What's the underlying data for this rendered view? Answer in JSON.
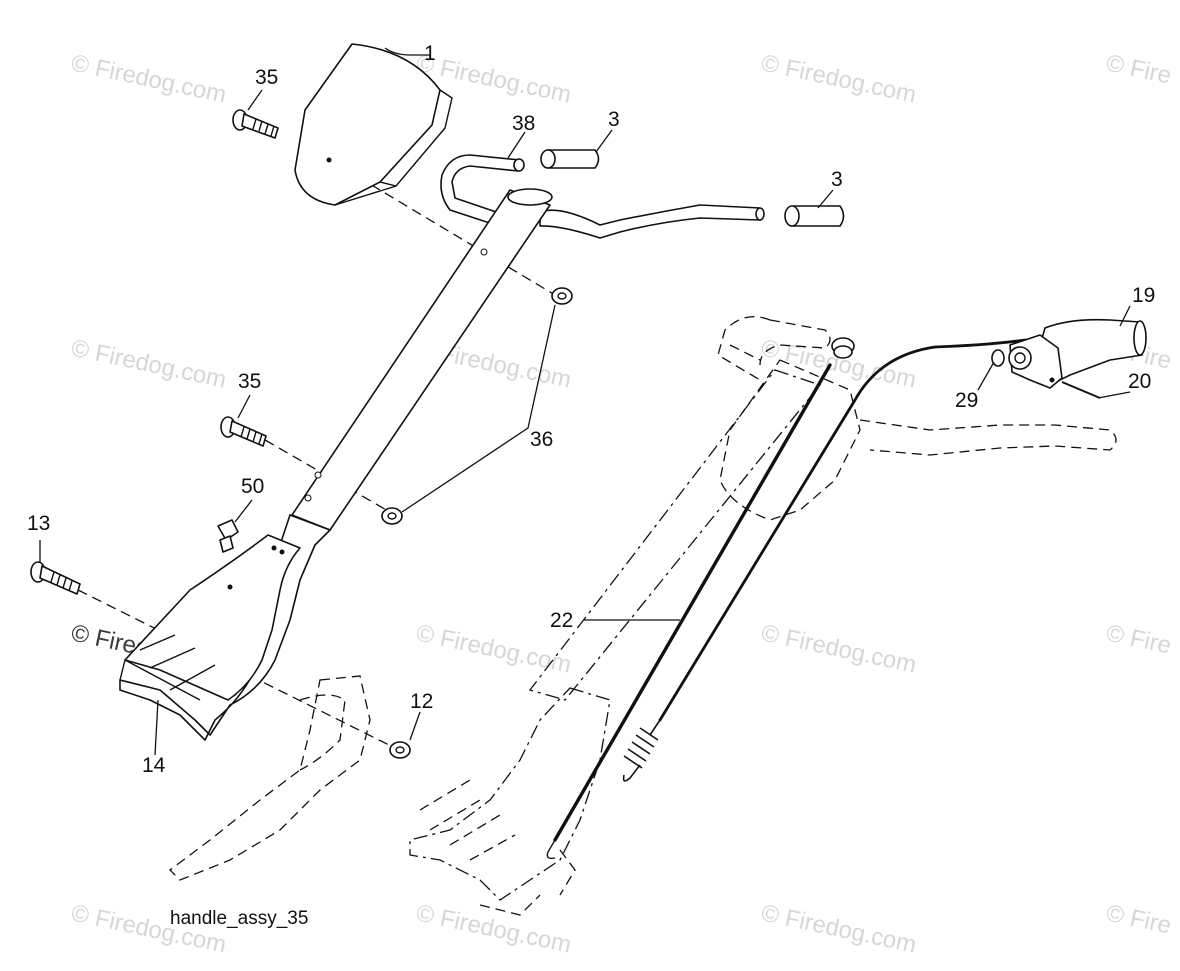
{
  "caption": "handle_assy_35",
  "watermark": {
    "text": "© Firedog.com",
    "edge_text": "© Fire",
    "color": "#d6d6d6"
  },
  "callouts": {
    "c1": "1",
    "c3a": "3",
    "c3b": "3",
    "c12": "12",
    "c13": "13",
    "c14": "14",
    "c19": "19",
    "c20": "20",
    "c22": "22",
    "c29": "29",
    "c35a": "35",
    "c35b": "35",
    "c36": "36",
    "c38": "38",
    "c50": "50"
  }
}
